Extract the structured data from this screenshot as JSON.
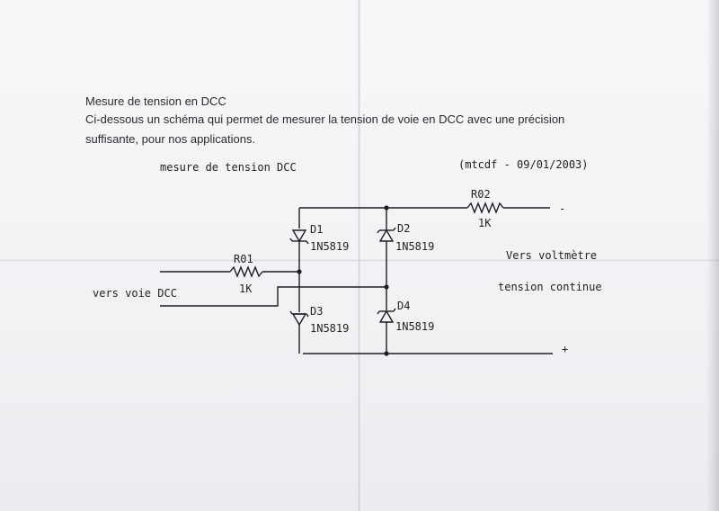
{
  "text": {
    "title": "Mesure de tension en DCC",
    "intro_line1": "Ci-dessous un schéma qui permet de mesurer la tension de voie en DCC avec une précision",
    "intro_line2": "suffisante, pour nos applications."
  },
  "diagram": {
    "heading": "mesure de tension DCC",
    "credit": "(mtcdf - 09/01/2003)",
    "input_label": "vers voie DCC",
    "output_label_1": "Vers voltmètre",
    "output_label_2": "tension continue",
    "minus_sign": "-",
    "plus_sign": "+",
    "resistors": [
      {
        "name": "R01",
        "value": "1K"
      },
      {
        "name": "R02",
        "value": "1K"
      }
    ],
    "diodes": [
      {
        "name": "D1",
        "part": "1N5819"
      },
      {
        "name": "D2",
        "part": "1N5819"
      },
      {
        "name": "D3",
        "part": "1N5819"
      },
      {
        "name": "D4",
        "part": "1N5819"
      }
    ]
  }
}
